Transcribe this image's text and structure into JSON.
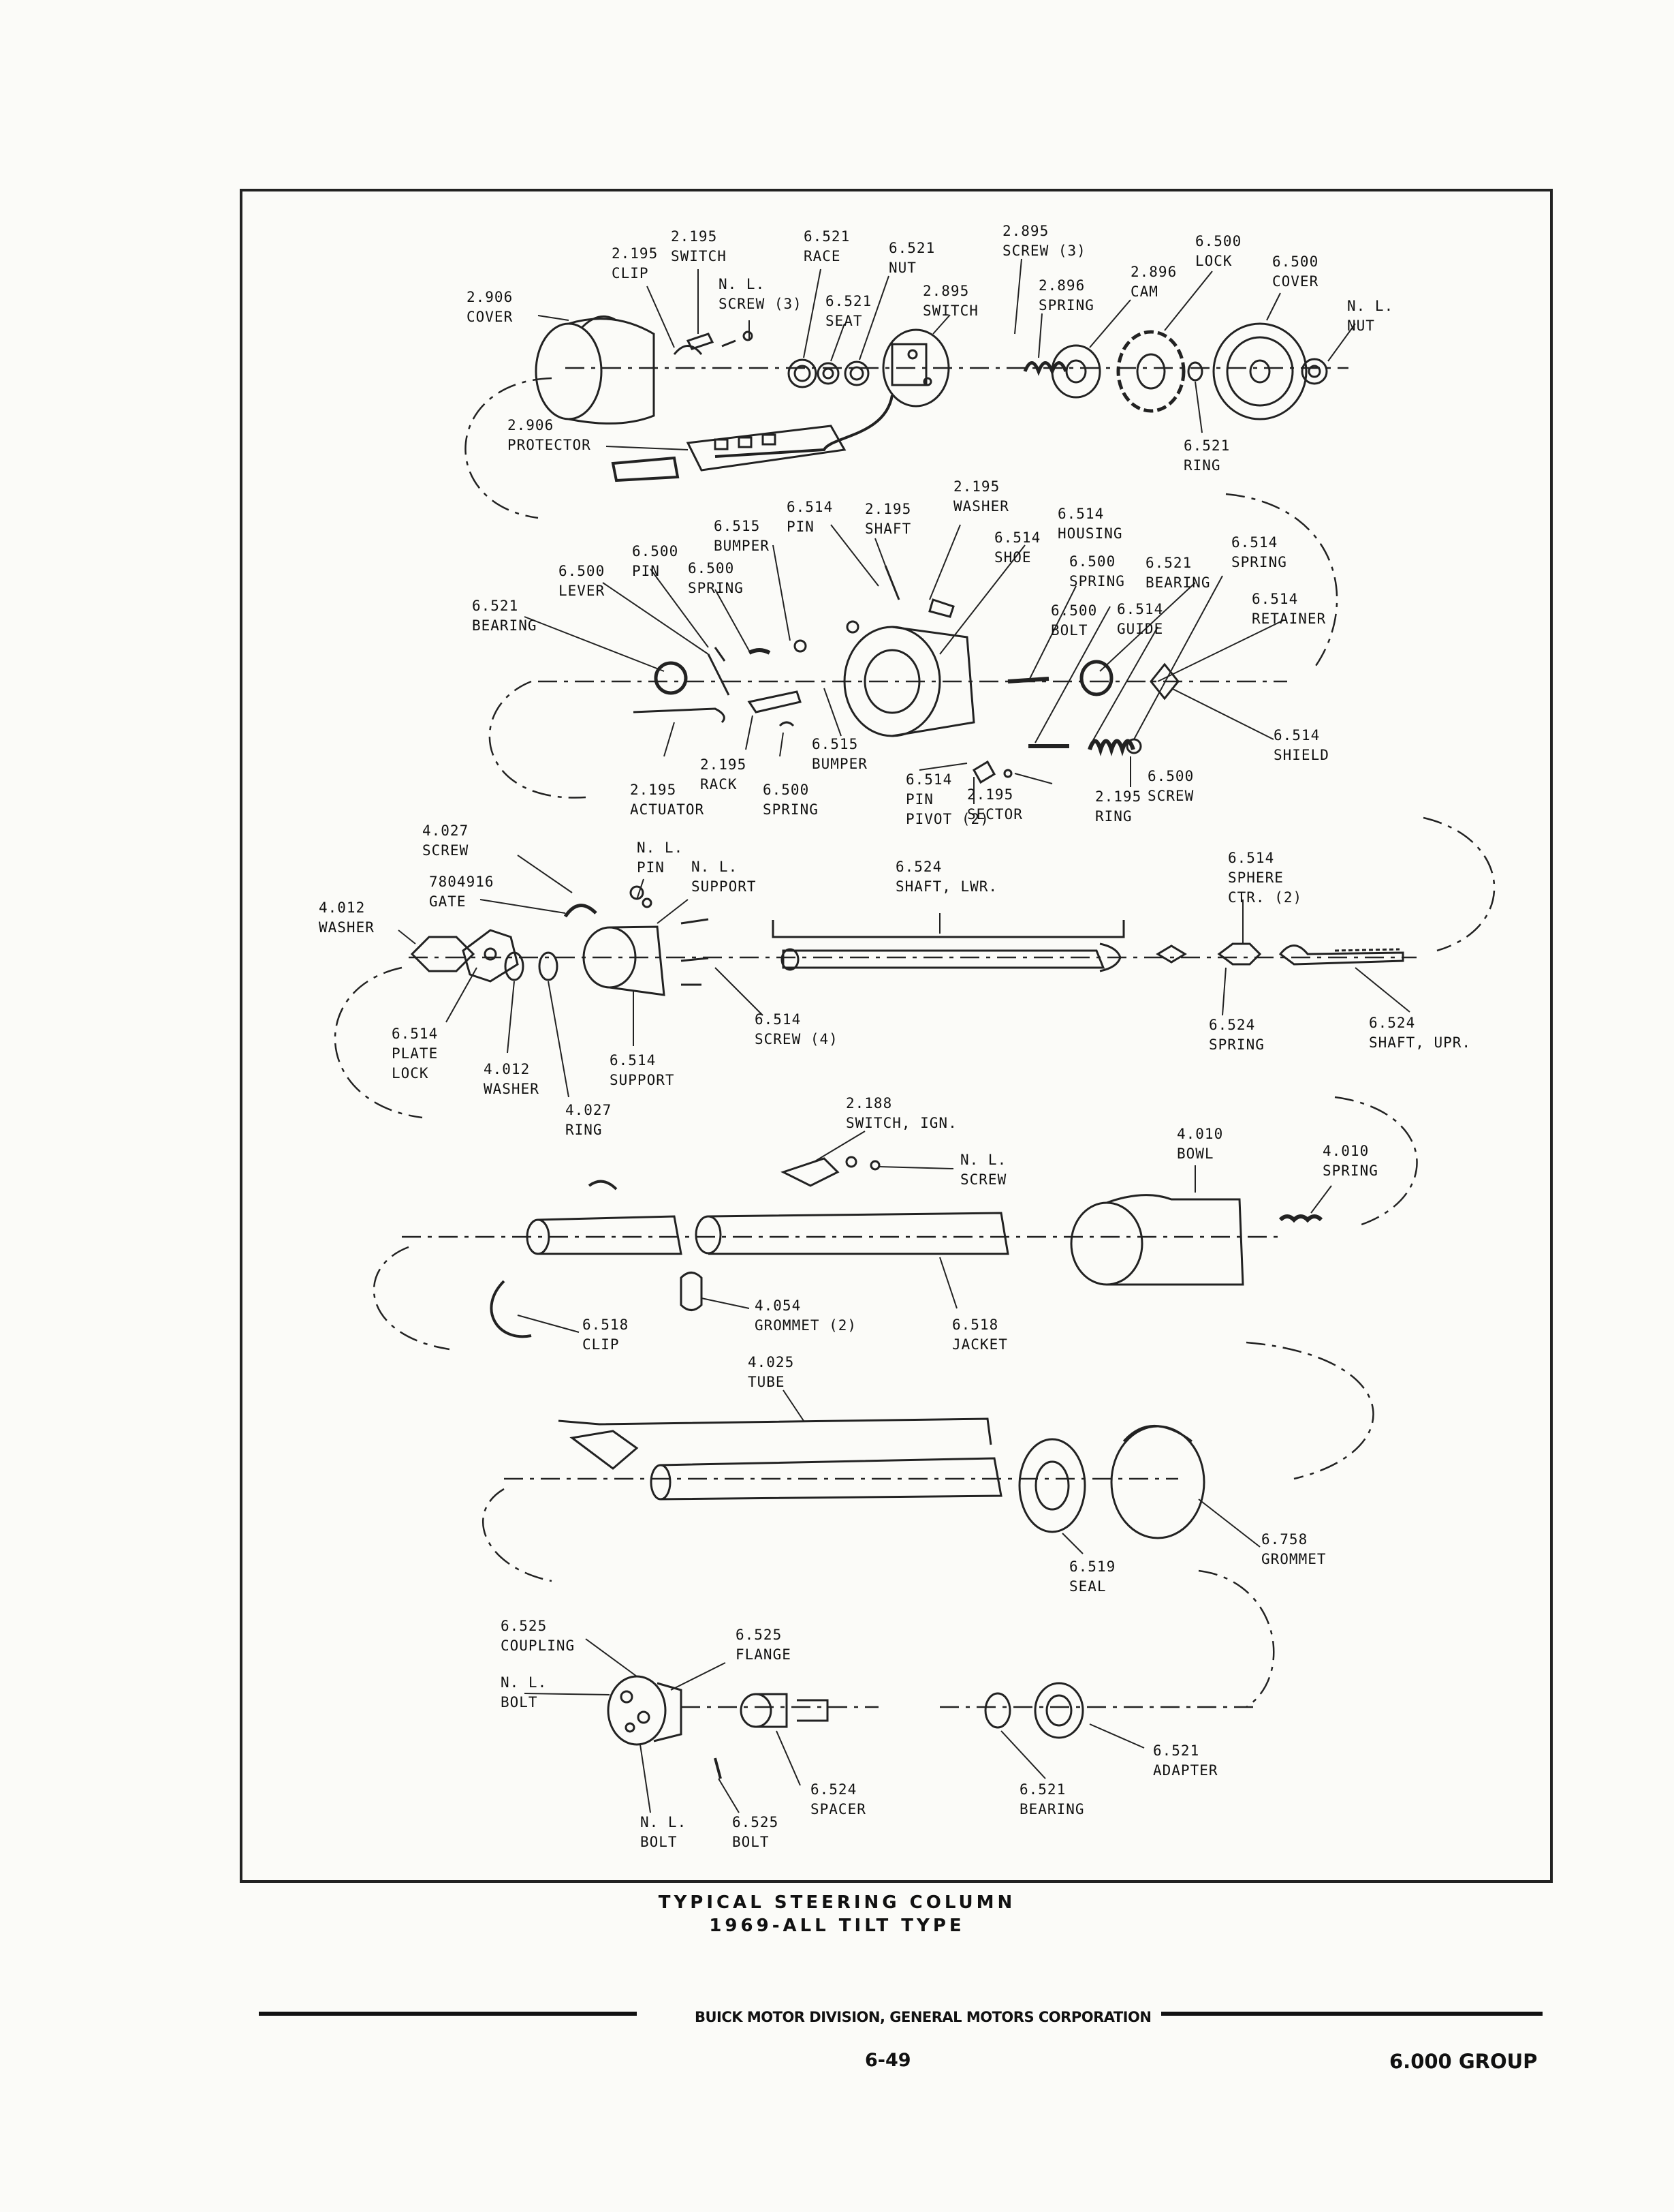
{
  "figure": {
    "caption_line1": "TYPICAL STEERING COLUMN",
    "caption_line2": "1969-ALL TILT TYPE"
  },
  "footer": {
    "corporation": "BUICK MOTOR DIVISION, GENERAL MOTORS CORPORATION",
    "page": "6-49",
    "group": "6.000 GROUP"
  },
  "parts": [
    {
      "id": "cover-2906",
      "num": "2.906",
      "name": "COVER"
    },
    {
      "id": "clip-2195",
      "num": "2.195",
      "name": "CLIP"
    },
    {
      "id": "switch-2195",
      "num": "2.195",
      "name": "SWITCH"
    },
    {
      "id": "screw-nl",
      "num": "N. L.",
      "name": "SCREW (3)"
    },
    {
      "id": "race-6521",
      "num": "6.521",
      "name": "RACE"
    },
    {
      "id": "seat-6521",
      "num": "6.521",
      "name": "SEAT"
    },
    {
      "id": "nut-6521",
      "num": "6.521",
      "name": "NUT"
    },
    {
      "id": "switch-2895",
      "num": "2.895",
      "name": "SWITCH"
    },
    {
      "id": "screw-2895",
      "num": "2.895",
      "name": "SCREW (3)"
    },
    {
      "id": "spring-2896",
      "num": "2.896",
      "name": "SPRING"
    },
    {
      "id": "cam-2896",
      "num": "2.896",
      "name": "CAM"
    },
    {
      "id": "lock-6500",
      "num": "6.500",
      "name": "LOCK"
    },
    {
      "id": "cover-6500",
      "num": "6.500",
      "name": "COVER"
    },
    {
      "id": "nut-nl",
      "num": "N. L.",
      "name": "NUT"
    },
    {
      "id": "protector-2906",
      "num": "2.906",
      "name": "PROTECTOR"
    },
    {
      "id": "ring-6521",
      "num": "6.521",
      "name": "RING"
    },
    {
      "id": "washer-2195",
      "num": "2.195",
      "name": "WASHER"
    },
    {
      "id": "pin-6514",
      "num": "6.514",
      "name": "PIN"
    },
    {
      "id": "shaft-2195",
      "num": "2.195",
      "name": "SHAFT"
    },
    {
      "id": "housing-6514",
      "num": "6.514",
      "name": "HOUSING"
    },
    {
      "id": "bumper-6515",
      "num": "6.515",
      "name": "BUMPER"
    },
    {
      "id": "shoe-6514",
      "num": "6.514",
      "name": "SHOE"
    },
    {
      "id": "pin-6500",
      "num": "6.500",
      "name": "PIN"
    },
    {
      "id": "spring-6500a",
      "num": "6.500",
      "name": "SPRING"
    },
    {
      "id": "spring-6500b",
      "num": "6.500",
      "name": "SPRING"
    },
    {
      "id": "bearing-6521a",
      "num": "6.521",
      "name": "BEARING"
    },
    {
      "id": "spring-6514",
      "num": "6.514",
      "name": "SPRING"
    },
    {
      "id": "lever-6500",
      "num": "6.500",
      "name": "LEVER"
    },
    {
      "id": "bolt-6500",
      "num": "6.500",
      "name": "BOLT"
    },
    {
      "id": "guide-6514",
      "num": "6.514",
      "name": "GUIDE"
    },
    {
      "id": "retainer-6514",
      "num": "6.514",
      "name": "RETAINER"
    },
    {
      "id": "bearing-6521b",
      "num": "6.521",
      "name": "BEARING"
    },
    {
      "id": "shield-6514",
      "num": "6.514",
      "name": "SHIELD"
    },
    {
      "id": "rack-2195",
      "num": "2.195",
      "name": "RACK"
    },
    {
      "id": "bumper-6515b",
      "num": "6.515",
      "name": "BUMPER"
    },
    {
      "id": "actuator-2195",
      "num": "2.195",
      "name": "ACTUATOR"
    },
    {
      "id": "spring-6500c",
      "num": "6.500",
      "name": "SPRING"
    },
    {
      "id": "pin-pivot-6514",
      "num": "6.514",
      "name": "PIN",
      "extra": "PIVOT (2)"
    },
    {
      "id": "sector-2195",
      "num": "2.195",
      "name": "SECTOR"
    },
    {
      "id": "ring-2195",
      "num": "2.195",
      "name": "RING"
    },
    {
      "id": "screw-6500",
      "num": "6.500",
      "name": "SCREW"
    },
    {
      "id": "screw-4027",
      "num": "4.027",
      "name": "SCREW"
    },
    {
      "id": "gate-7804916",
      "num": "7804916",
      "name": "GATE"
    },
    {
      "id": "washer-4012a",
      "num": "4.012",
      "name": "WASHER"
    },
    {
      "id": "pin-nl",
      "num": "N. L.",
      "name": "PIN"
    },
    {
      "id": "support-nl",
      "num": "N. L.",
      "name": "SUPPORT"
    },
    {
      "id": "shaft-lwr-6524",
      "num": "6.524",
      "name": "SHAFT, LWR."
    },
    {
      "id": "sphere-6514",
      "num": "6.514",
      "name": "SPHERE",
      "extra": "CTR. (2)"
    },
    {
      "id": "plate-lock-6514",
      "num": "6.514",
      "name": "PLATE",
      "extra": "LOCK"
    },
    {
      "id": "washer-4012b",
      "num": "4.012",
      "name": "WASHER"
    },
    {
      "id": "ring-4027",
      "num": "4.027",
      "name": "RING"
    },
    {
      "id": "support-6514",
      "num": "6.514",
      "name": "SUPPORT"
    },
    {
      "id": "screw-6514",
      "num": "6.514",
      "name": "SCREW (4)"
    },
    {
      "id": "spring-6524",
      "num": "6.524",
      "name": "SPRING"
    },
    {
      "id": "shaft-upr-6524",
      "num": "6.524",
      "name": "SHAFT, UPR."
    },
    {
      "id": "switch-ign-2188",
      "num": "2.188",
      "name": "SWITCH, IGN."
    },
    {
      "id": "screw-nl2",
      "num": "N. L.",
      "name": "SCREW"
    },
    {
      "id": "bowl-4010",
      "num": "4.010",
      "name": "BOWL"
    },
    {
      "id": "spring-4010",
      "num": "4.010",
      "name": "SPRING"
    },
    {
      "id": "grommet-4054",
      "num": "4.054",
      "name": "GROMMET (2)"
    },
    {
      "id": "clip-6518",
      "num": "6.518",
      "name": "CLIP"
    },
    {
      "id": "jacket-6518",
      "num": "6.518",
      "name": "JACKET"
    },
    {
      "id": "tube-4025",
      "num": "4.025",
      "name": "TUBE"
    },
    {
      "id": "grommet-6758",
      "num": "6.758",
      "name": "GROMMET"
    },
    {
      "id": "seal-6519",
      "num": "6.519",
      "name": "SEAL"
    },
    {
      "id": "coupling-6525",
      "num": "6.525",
      "name": "COUPLING"
    },
    {
      "id": "flange-6525",
      "num": "6.525",
      "name": "FLANGE"
    },
    {
      "id": "bolt-nl",
      "num": "N. L.",
      "name": "BOLT"
    },
    {
      "id": "bolt-nl2",
      "num": "N. L.",
      "name": "BOLT"
    },
    {
      "id": "bolt-6525",
      "num": "6.525",
      "name": "BOLT"
    },
    {
      "id": "spacer-6524",
      "num": "6.524",
      "name": "SPACER"
    },
    {
      "id": "bearing-6521c",
      "num": "6.521",
      "name": "BEARING"
    },
    {
      "id": "adapter-6521",
      "num": "6.521",
      "name": "ADAPTER"
    }
  ]
}
